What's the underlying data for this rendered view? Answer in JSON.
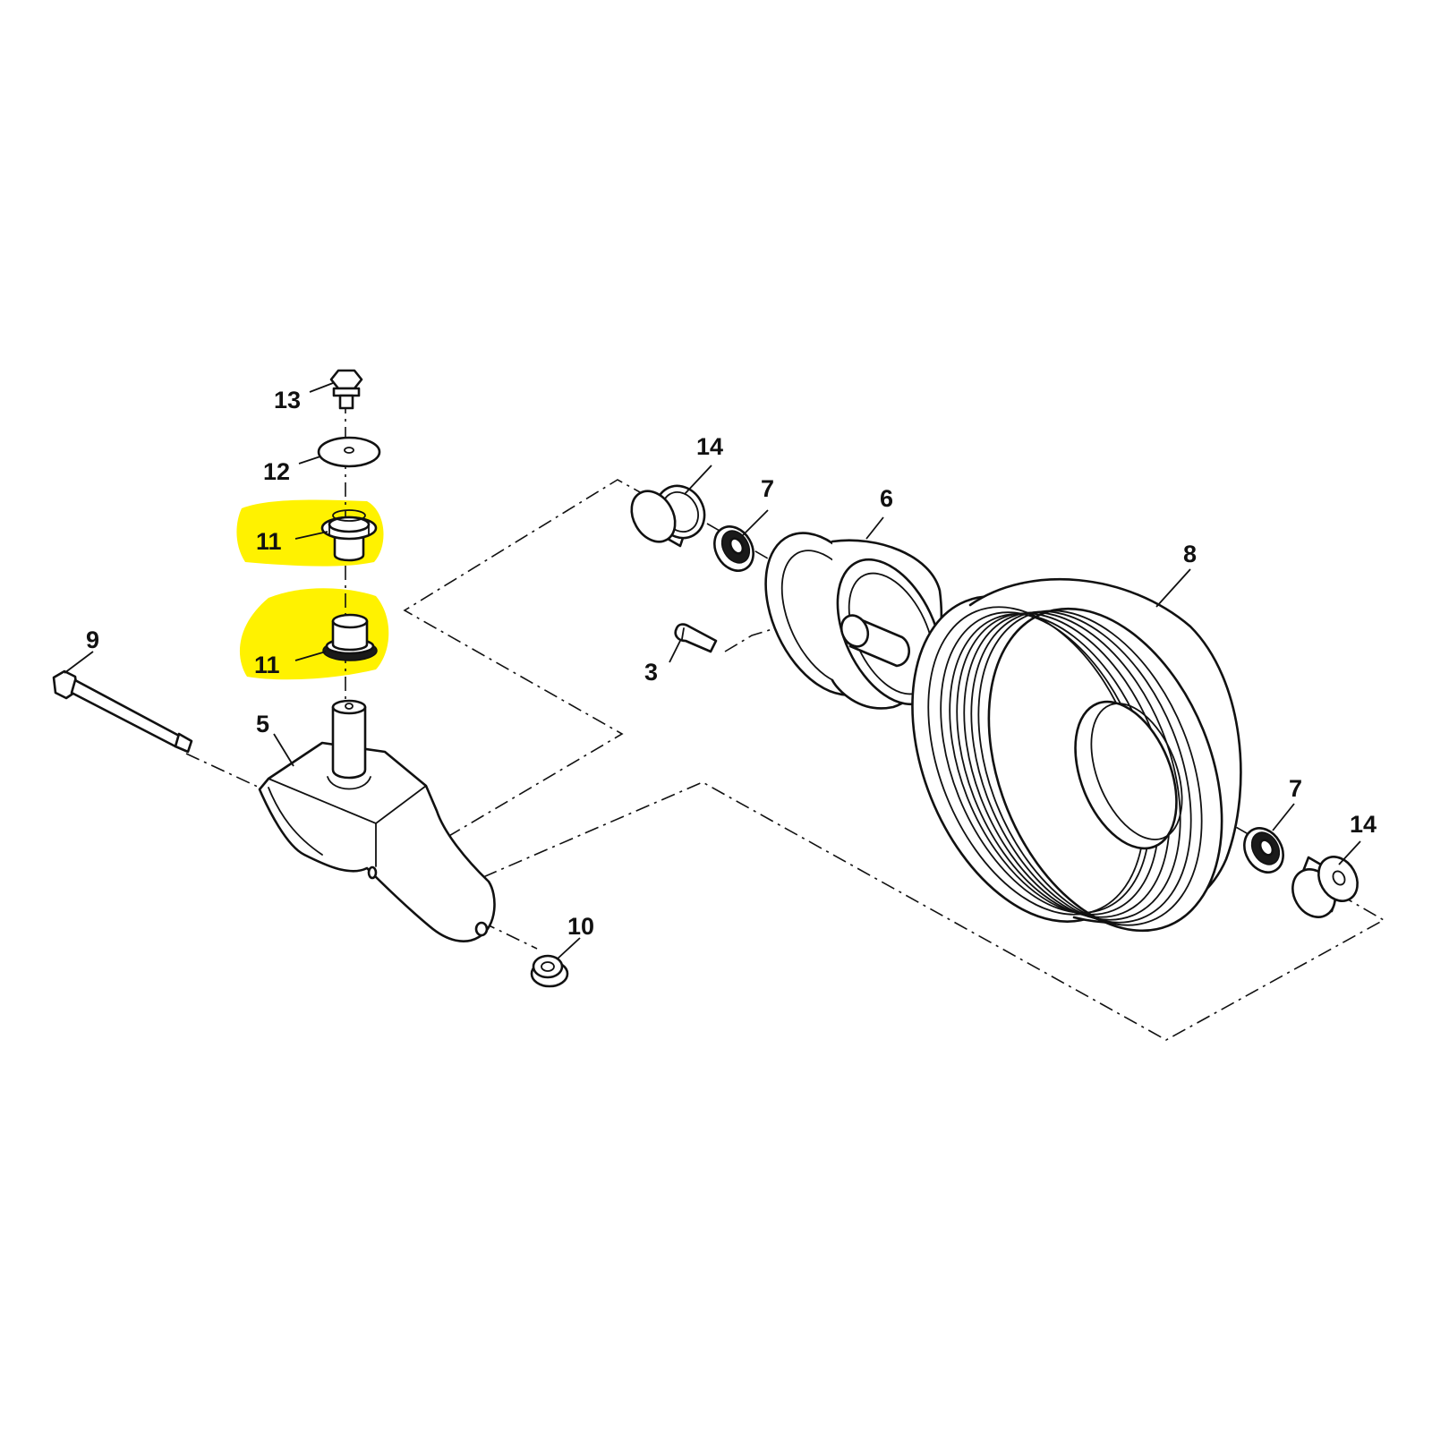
{
  "diagram": {
    "type": "exploded parts diagram",
    "highlight_color": "#fff200",
    "line_color": "#111111",
    "background_color": "#ffffff",
    "callouts": {
      "p3": "3",
      "p5": "5",
      "p6": "6",
      "p7a": "7",
      "p7b": "7",
      "p8": "8",
      "p9": "9",
      "p10": "10",
      "p11a": "11",
      "p11b": "11",
      "p12": "12",
      "p13": "13",
      "p14a": "14",
      "p14b": "14"
    },
    "highlighted_parts": [
      "11"
    ]
  }
}
